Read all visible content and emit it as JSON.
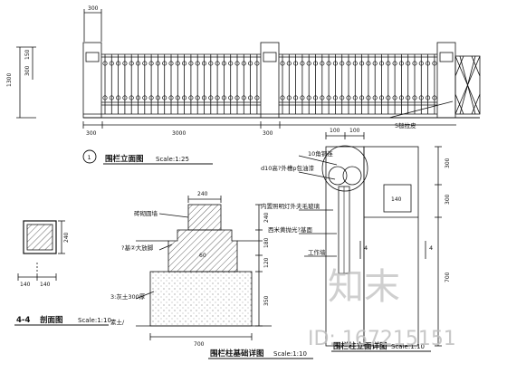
{
  "elevation": {
    "dims_top": [
      "300"
    ],
    "dims_left": [
      "1300",
      "300",
      "150"
    ],
    "dims_bottom": [
      "300",
      "3000",
      "300"
    ],
    "callout": "5槌拉皮",
    "title_number": "1",
    "title": "围栏立面图",
    "scale": "Scale:1:25"
  },
  "section": {
    "dims": [
      "240",
      "140",
      "140"
    ],
    "title": "4-4",
    "title2": "剖面图",
    "scale": "Scale:1:10"
  },
  "foundation": {
    "dim_top": "240",
    "dim_bottom": "700",
    "dims_right": [
      "240",
      "180",
      "120",
      "350"
    ],
    "label_brick": "砖砌圆墙",
    "label_base": "?基②大放脚",
    "label_concrete": "3:灰土300厚",
    "label_soil": "素土/",
    "label_inner": "60",
    "title": "围栏柱基础详图",
    "scale": "Scale:1:10"
  },
  "detail": {
    "dims_top": [
      "100",
      "100"
    ],
    "dims_right": [
      "300",
      "300",
      "700"
    ],
    "labels": [
      "10角铜连",
      "d10高?外槽p包油漆",
      "内置照明灯外夫毛玻璃",
      "西米黄抛光?基面",
      "工作墙"
    ],
    "label_box": "140",
    "section_mark": "4",
    "title": "围栏柱立面详图",
    "scale": "Scale:1:10"
  },
  "watermark": {
    "logo": "知末",
    "id_text": "ID: 167215151"
  }
}
